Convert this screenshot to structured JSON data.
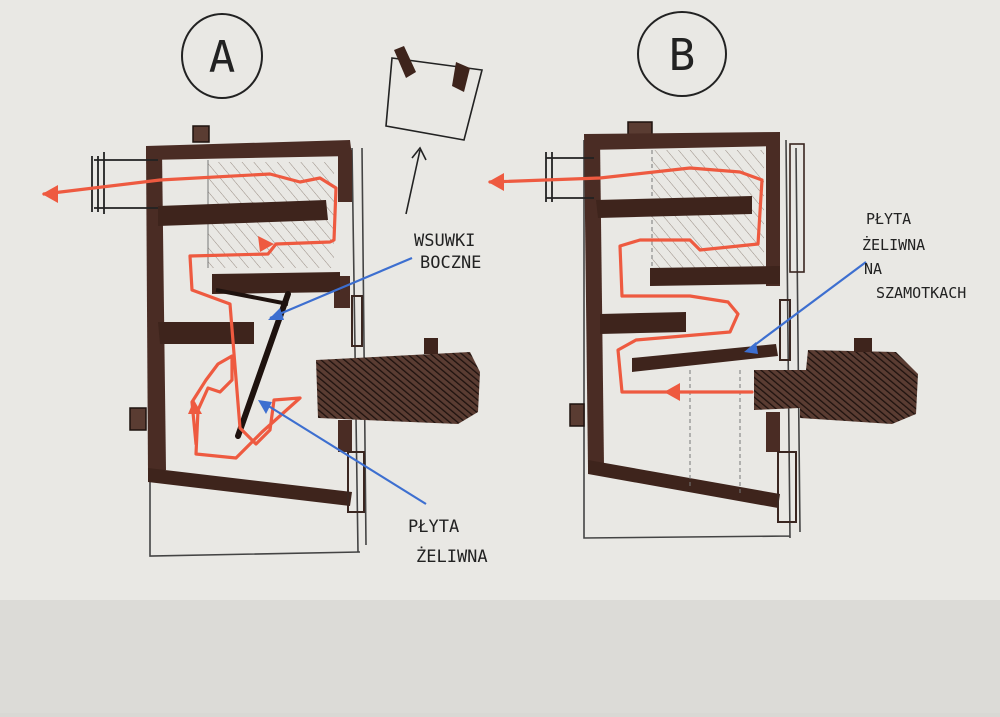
{
  "colors": {
    "paper": "#e9e8e4",
    "ink": "#3a2620",
    "flow": "#ee5a40",
    "pointer": "#3d6fd0",
    "hatch": "#8a7c72",
    "pencil": "#444444"
  },
  "diagram": {
    "a": {
      "label": "A",
      "callout_side_inserts": [
        "WSUWKI",
        "BOCZNE"
      ],
      "callout_cast_iron_plate": [
        "PŁYTA",
        "ŻELIWNA"
      ]
    },
    "b": {
      "label": "B",
      "callout_plate": [
        "PŁYTA",
        "ŻELIWNA",
        "NA",
        "SZAMOTKACH"
      ]
    }
  }
}
